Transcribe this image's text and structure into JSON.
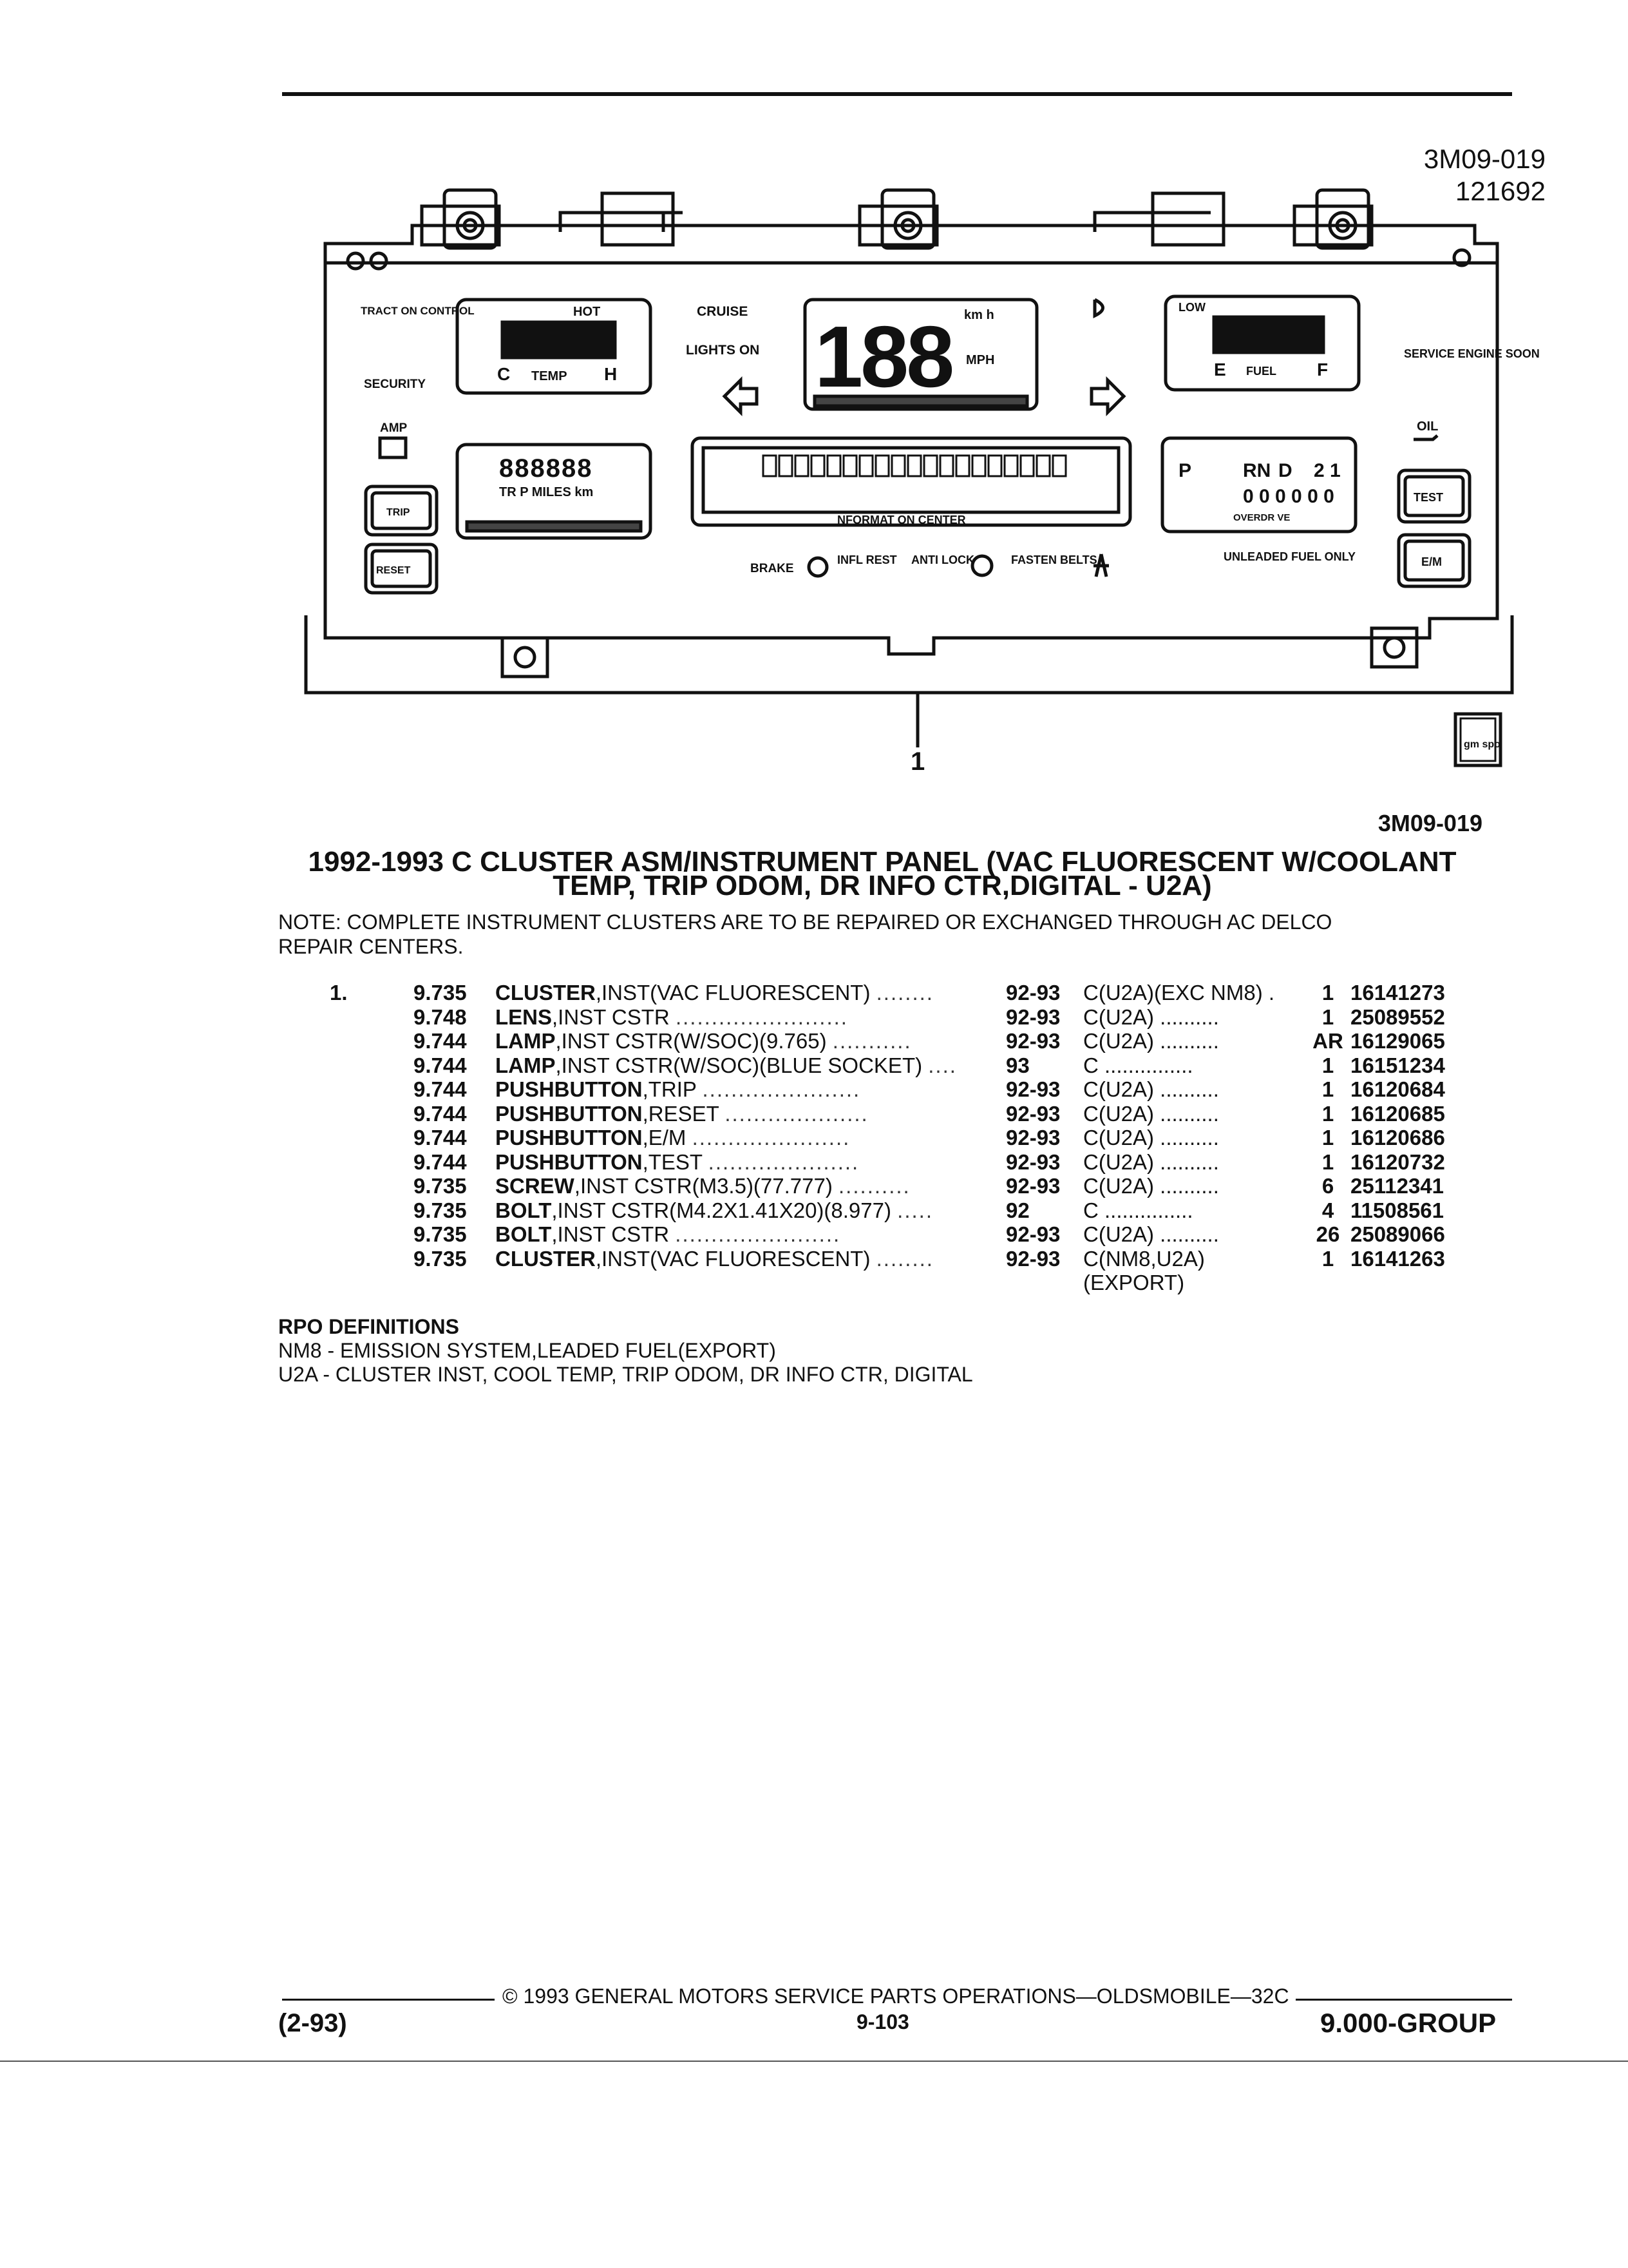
{
  "illustration": {
    "id": "3M09-019",
    "date": "121692",
    "callout_label": "1",
    "logo_text": "gm spo",
    "panel": {
      "traction_control": "TRACT ON CONTROL",
      "security": "SECURITY",
      "amp": "AMP",
      "temp_hot": "HOT",
      "temp_c": "C",
      "temp_label": "TEMP",
      "temp_h": "H",
      "cruise": "CRUISE",
      "lights_on": "LIGHTS ON",
      "speed_digits": "188",
      "kmh": "km h",
      "mph": "MPH",
      "low": "LOW",
      "fuel_e": "E",
      "fuel_label": "FUEL",
      "fuel_f": "F",
      "service_engine": "SERVICE ENGINE SOON",
      "oil": "OIL",
      "odometer_digits": "888888",
      "trip_miles": "TR P MILES km",
      "info_center": "NFORMAT ON CENTER",
      "gear_p": "P",
      "gear_rn": "RN",
      "gear_d": "D",
      "gear_21": "2 1",
      "gear_digits": "0 0 0 0 0 0",
      "overdrive": "OVERDR VE",
      "unleaded": "UNLEADED FUEL ONLY",
      "brake": "BRAKE",
      "infl_rest": "INFL REST",
      "anti_lock": "ANTI LOCK",
      "fasten_belts": "FASTEN BELTS",
      "trip_button": "TRIP",
      "reset_button": "RESET",
      "test_button": "TEST",
      "em_button": "E/M"
    }
  },
  "caption_code": "3M09-019",
  "title_line1": "1992-1993 C CLUSTER ASM/INSTRUMENT PANEL (VAC FLUORESCENT W/COOLANT",
  "title_line2": "TEMP, TRIP ODOM, DR INFO CTR,DIGITAL - U2A)",
  "note_line1": "NOTE: COMPLETE INSTRUMENT CLUSTERS ARE TO BE REPAIRED OR EXCHANGED THROUGH AC DELCO",
  "note_line2": "REPAIR CENTERS.",
  "parts": [
    {
      "item": "1.",
      "ref": "9.735",
      "name": "CLUSTER",
      "spec": ",INST(VAC FLUORESCENT)",
      "dots": "........",
      "year": "92-93",
      "usage": "C(U2A)(EXC NM8) .",
      "qty": "1",
      "part": "16141273"
    },
    {
      "item": "",
      "ref": "9.748",
      "name": "LENS",
      "spec": ",INST CSTR",
      "dots": "........................",
      "year": "92-93",
      "usage": "C(U2A) ..........",
      "qty": "1",
      "part": "25089552"
    },
    {
      "item": "",
      "ref": "9.744",
      "name": "LAMP",
      "spec": ",INST CSTR(W/SOC)(9.765)",
      "dots": "...........",
      "year": "92-93",
      "usage": "C(U2A) ..........",
      "qty": "AR",
      "part": "16129065"
    },
    {
      "item": "",
      "ref": "9.744",
      "name": "LAMP",
      "spec": ",INST CSTR(W/SOC)(BLUE SOCKET)",
      "dots": "....",
      "year": "93",
      "usage": "C ...............",
      "qty": "1",
      "part": "16151234"
    },
    {
      "item": "",
      "ref": "9.744",
      "name": "PUSHBUTTON",
      "spec": ",TRIP",
      "dots": "......................",
      "year": "92-93",
      "usage": "C(U2A) ..........",
      "qty": "1",
      "part": "16120684"
    },
    {
      "item": "",
      "ref": "9.744",
      "name": "PUSHBUTTON",
      "spec": ",RESET",
      "dots": "....................",
      "year": "92-93",
      "usage": "C(U2A) ..........",
      "qty": "1",
      "part": "16120685"
    },
    {
      "item": "",
      "ref": "9.744",
      "name": "PUSHBUTTON",
      "spec": ",E/M",
      "dots": "......................",
      "year": "92-93",
      "usage": "C(U2A) ..........",
      "qty": "1",
      "part": "16120686"
    },
    {
      "item": "",
      "ref": "9.744",
      "name": "PUSHBUTTON",
      "spec": ",TEST",
      "dots": ".....................",
      "year": "92-93",
      "usage": "C(U2A) ..........",
      "qty": "1",
      "part": "16120732"
    },
    {
      "item": "",
      "ref": "9.735",
      "name": "SCREW",
      "spec": ",INST CSTR(M3.5)(77.777)",
      "dots": "..........",
      "year": "92-93",
      "usage": "C(U2A) ..........",
      "qty": "6",
      "part": "25112341"
    },
    {
      "item": "",
      "ref": "9.735",
      "name": "BOLT",
      "spec": ",INST CSTR(M4.2X1.41X20)(8.977)",
      "dots": ".....",
      "year": "92",
      "usage": "C ...............",
      "qty": "4",
      "part": "11508561"
    },
    {
      "item": "",
      "ref": "9.735",
      "name": "BOLT",
      "spec": ",INST CSTR",
      "dots": ".......................",
      "year": "92-93",
      "usage": "C(U2A) ..........",
      "qty": "26",
      "part": "25089066"
    },
    {
      "item": "",
      "ref": "9.735",
      "name": "CLUSTER",
      "spec": ",INST(VAC FLUORESCENT)",
      "dots": "........",
      "year": "92-93",
      "usage": "C(NM8,U2A)",
      "qty": "1",
      "part": "16141263"
    },
    {
      "item": "",
      "ref": "",
      "name": "",
      "spec": "",
      "dots": "",
      "year": "",
      "usage": "(EXPORT)",
      "qty": "",
      "part": ""
    }
  ],
  "rpo": {
    "heading": "RPO DEFINITIONS",
    "nm8": "NM8 - EMISSION SYSTEM,LEADED FUEL(EXPORT)",
    "u2a": "U2A - CLUSTER INST, COOL TEMP, TRIP ODOM, DR INFO CTR, DIGITAL"
  },
  "footer": {
    "date": "(2-93)",
    "copyright": "© 1993 GENERAL MOTORS SERVICE PARTS OPERATIONS—OLDSMOBILE—32C",
    "page": "9-103",
    "group": "9.000-GROUP"
  }
}
